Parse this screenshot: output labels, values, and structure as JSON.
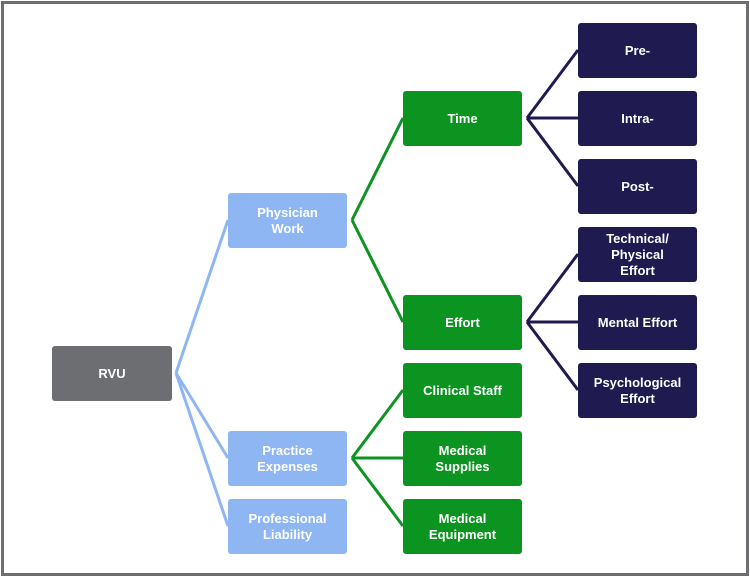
{
  "colors": {
    "frame": "#6d6e71",
    "root": "#6d6e71",
    "level1": "#8db6f3",
    "level2": "#0b9420",
    "level3": "#1f1a4f",
    "text": "#ffffff"
  },
  "diagram": {
    "root": {
      "label": "RVU"
    },
    "physician_work": {
      "label": "Physician\nWork"
    },
    "practice_expenses": {
      "label": "Practice\nExpenses"
    },
    "professional_liability": {
      "label": "Professional\nLiability"
    },
    "time": {
      "label": "Time"
    },
    "effort": {
      "label": "Effort"
    },
    "clinical_staff": {
      "label": "Clinical Staff"
    },
    "medical_supplies": {
      "label": "Medical\nSupplies"
    },
    "medical_equipment": {
      "label": "Medical\nEquipment"
    },
    "pre": {
      "label": "Pre-"
    },
    "intra": {
      "label": "Intra-"
    },
    "post": {
      "label": "Post-"
    },
    "technical_physical_effort": {
      "label": "Technical/\nPhysical\nEffort"
    },
    "mental_effort": {
      "label": "Mental Effort"
    },
    "psychological_effort": {
      "label": "Psychological\nEffort"
    }
  }
}
